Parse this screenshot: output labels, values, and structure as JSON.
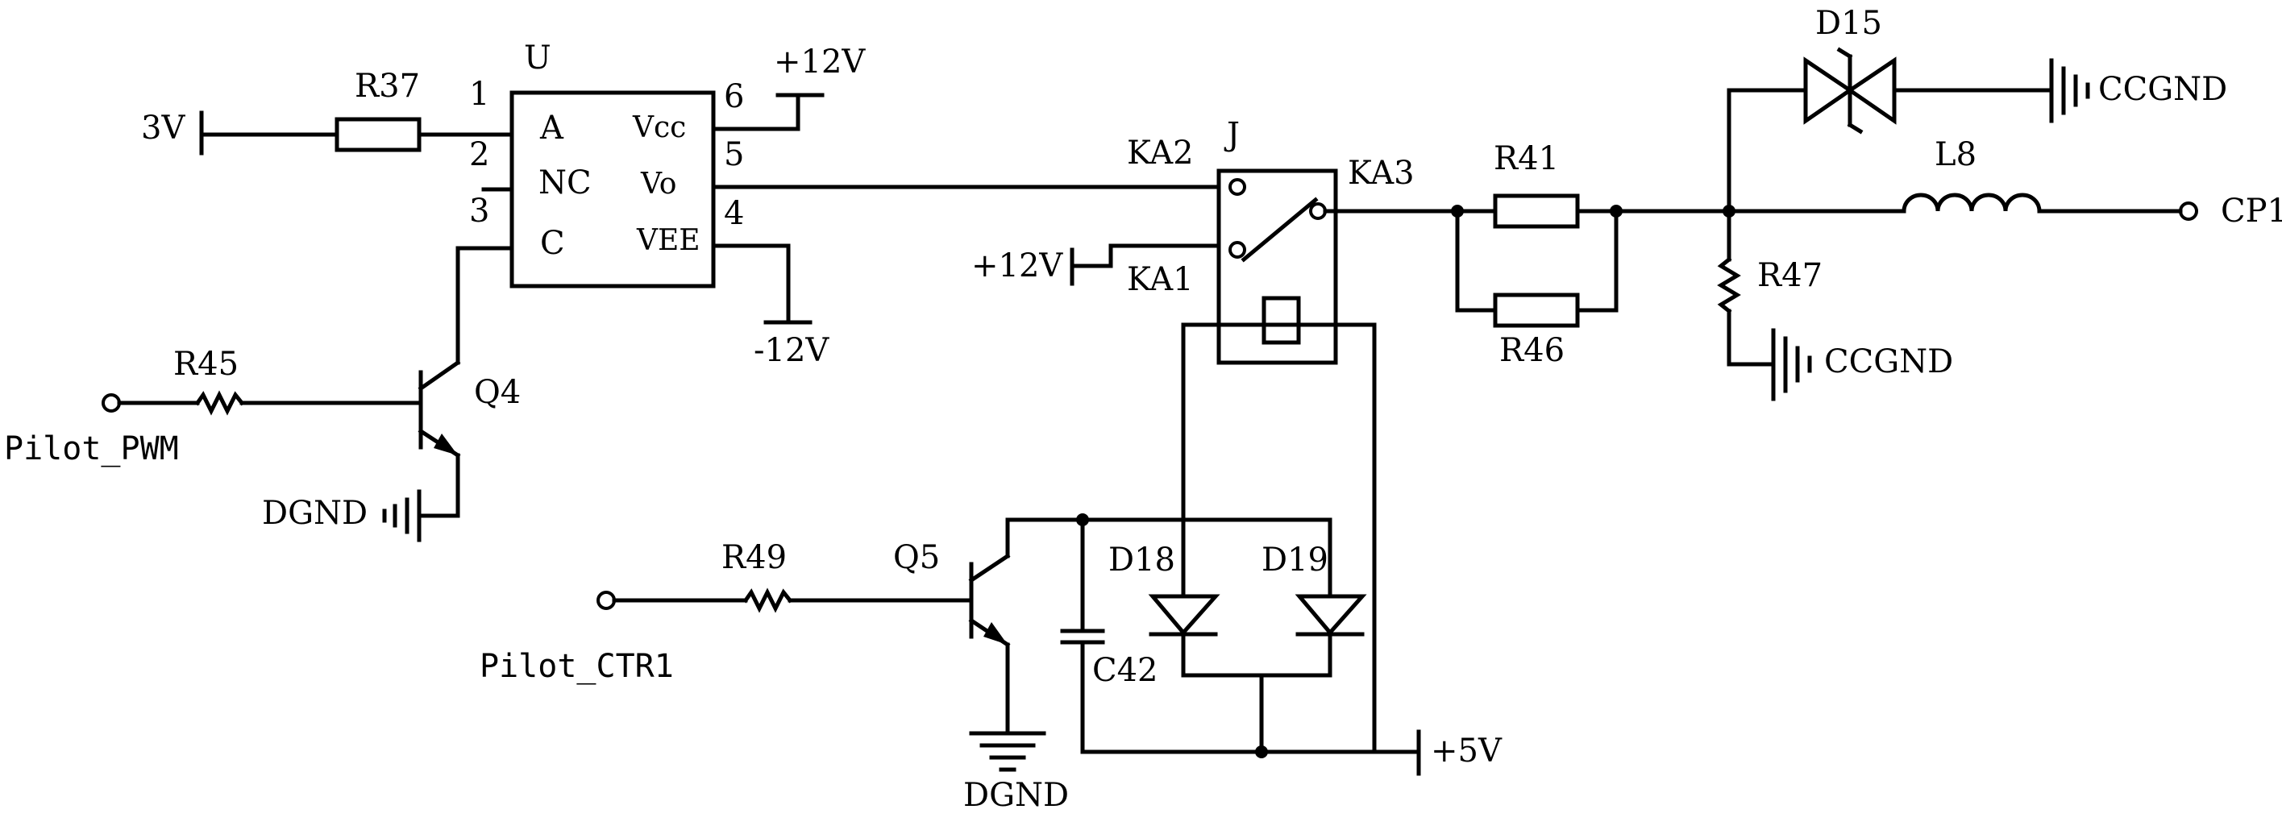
{
  "components": {
    "U": {
      "ref": "U",
      "pins": {
        "p1": "1",
        "p2": "2",
        "p3": "3",
        "p4": "4",
        "p5": "5",
        "p6": "6"
      },
      "labels": {
        "a": "A",
        "nc": "NC",
        "c": "C",
        "vcc": "Vcc",
        "vo": "Vo",
        "vee": "VEE"
      }
    },
    "R37": "R37",
    "R45": "R45",
    "R49": "R49",
    "R41": "R41",
    "R46": "R46",
    "R47": "R47",
    "Q4": "Q4",
    "Q5": "Q5",
    "C42": "C42",
    "D18": "D18",
    "D19": "D19",
    "D15": "D15",
    "L8": "L8",
    "J": {
      "ref": "J",
      "ka1": "KA1",
      "ka2": "KA2",
      "ka3": "KA3"
    }
  },
  "nets": {
    "v3": "3V",
    "p12v": "+12V",
    "m12v": "-12V",
    "p5v": "+5V",
    "dgnd": "DGND",
    "ccgnd": "CCGND",
    "pilot_pwm": "Pilot_PWM",
    "pilot_ctr1": "Pilot_CTR1",
    "cp1": "CP1"
  }
}
